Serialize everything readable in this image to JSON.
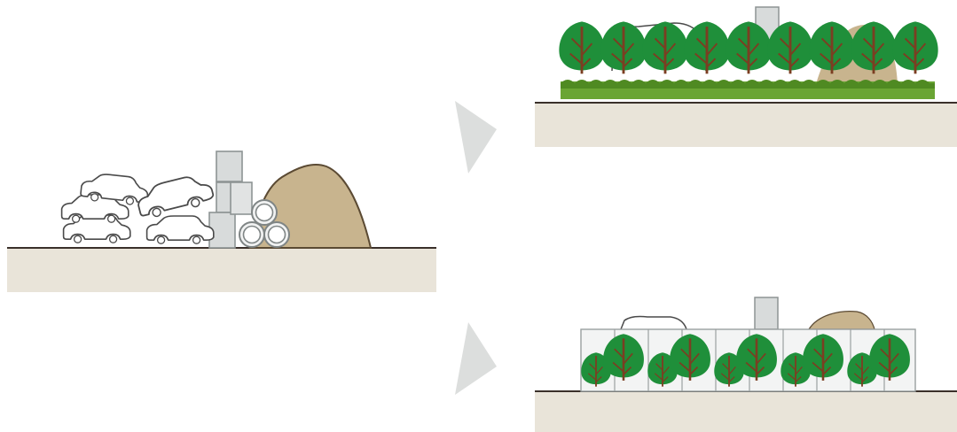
{
  "colors": {
    "ground": "#e9e4d9",
    "soil_line": "#3a302a",
    "dirt_mound": "#c8b48e",
    "dirt_outline": "#5b4a33",
    "concrete": "#d8dbdb",
    "concrete_outline": "#8e9494",
    "car_outline": "#4a4a4a",
    "tree_leaf": "#1f8f3a",
    "tree_leaf_dark": "#166b2b",
    "trunk": "#7b3e22",
    "hedge": "#6aa534",
    "hedge_dark": "#4f8a22",
    "arrow": "#dcdedd",
    "glass_panel": "#eef0f0",
    "glass_outline": "#9aa0a0"
  },
  "panels": [
    {
      "id": "before",
      "description_icon": "junkyard-scene"
    },
    {
      "id": "after-top",
      "description_icon": "forest-hedge-scene"
    },
    {
      "id": "after-bottom",
      "description_icon": "tree-wall-scene"
    }
  ],
  "arrows": [
    {
      "id": "arrow-to-top",
      "icon": "triangle-arrow-icon"
    },
    {
      "id": "arrow-to-bottom",
      "icon": "triangle-arrow-icon"
    }
  ]
}
